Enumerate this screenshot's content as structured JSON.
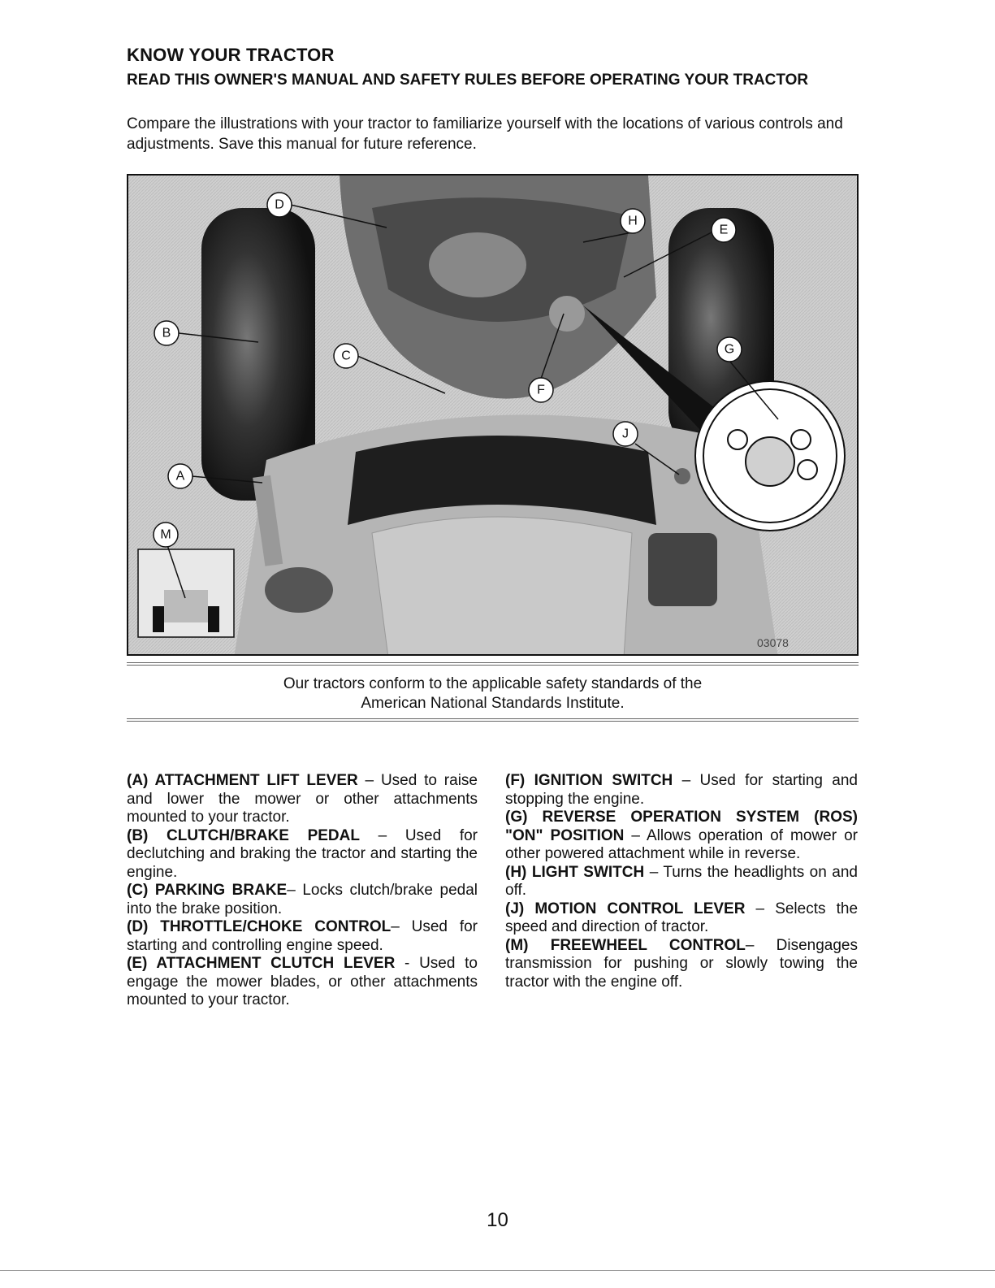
{
  "heading": "KNOW YOUR TRACTOR",
  "subheading": "READ THIS OWNER'S MANUAL AND SAFETY RULES BEFORE OPERATING YOUR TRACTOR",
  "intro": "Compare the illustrations with your tractor to familiarize yourself with the locations of various controls and adjustments. Save this manual for future reference.",
  "figure": {
    "code": "03078",
    "callouts": [
      "D",
      "H",
      "E",
      "B",
      "C",
      "G",
      "F",
      "J",
      "A",
      "M"
    ]
  },
  "caption": {
    "line1": "Our tractors conform to the applicable safety standards of the",
    "line2": "American National Standards Institute."
  },
  "left_column": [
    {
      "term": "(A) ATTACHMENT LIFT LEVER",
      "desc": " – Used to raise and lower the mower or other attachments mounted to your tractor."
    },
    {
      "term": "(B) CLUTCH/BRAKE PEDAL",
      "desc": " – Used for declutching and braking the tractor and starting the engine."
    },
    {
      "term": "(C) PARKING BRAKE",
      "desc": "– Locks clutch/brake pedal into the brake position."
    },
    {
      "term": "(D) THROTTLE/CHOKE CONTROL",
      "desc": "– Used for starting and controlling engine speed."
    },
    {
      "term": "(E) ATTACHMENT CLUTCH LEVER",
      "desc": " - Used to engage the mower blades, or other attachments mounted to your tractor."
    }
  ],
  "right_column": [
    {
      "term": "(F) IGNITION SWITCH",
      "desc": " – Used for starting and stopping the engine."
    },
    {
      "term": "(G) REVERSE OPERATION SYSTEM (ROS) \"ON\" POSITION",
      "desc": " – Allows operation of mower or other powered attachment while in reverse."
    },
    {
      "term": "(H) LIGHT SWITCH",
      "desc": " – Turns the headlights on and off."
    },
    {
      "term": "(J) MOTION CONTROL LEVER",
      "desc": " – Selects the speed and direction of tractor."
    },
    {
      "term": "(M) FREEWHEEL CONTROL",
      "desc": "– Disengages transmission for pushing or slowly towing the tractor with the engine off."
    }
  ],
  "page_number": "10"
}
